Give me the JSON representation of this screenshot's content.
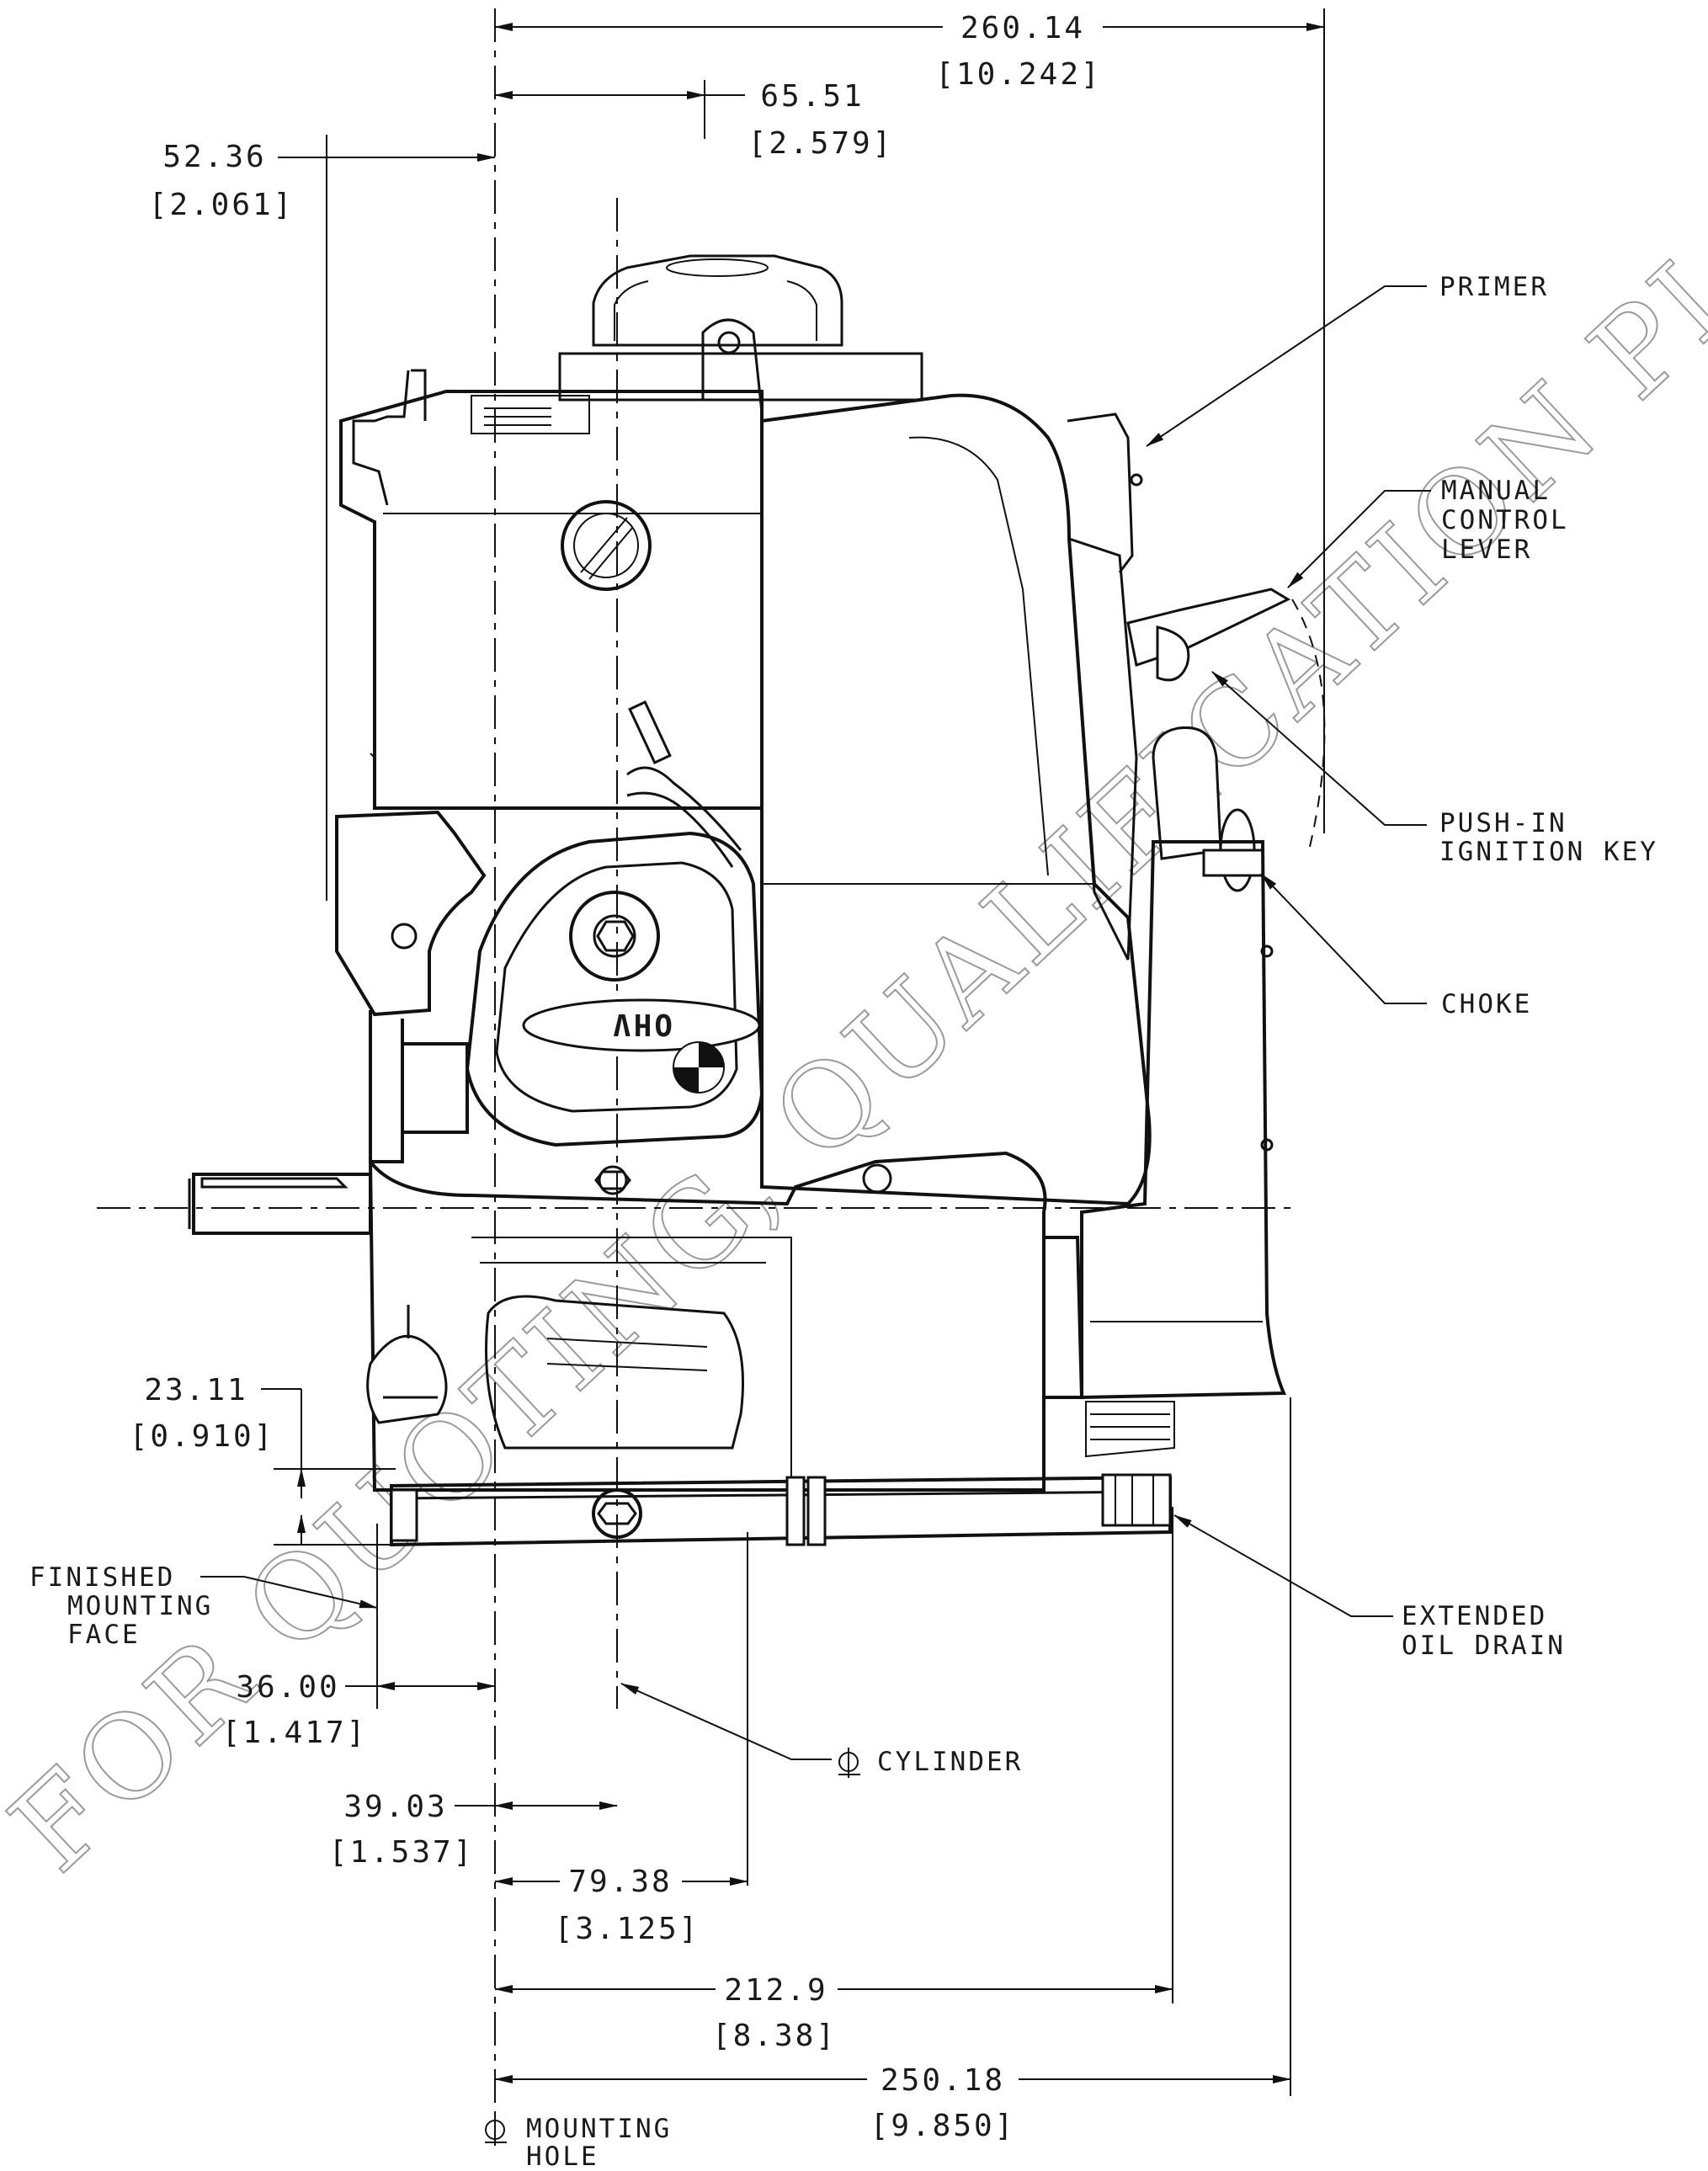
{
  "dimensions": {
    "overall_width": {
      "mm": "260.14",
      "inch": "[10.242]"
    },
    "cylinder_offset_top": {
      "mm": "65.51",
      "inch": "[2.579]"
    },
    "left_offset_top": {
      "mm": "52.36",
      "inch": "[2.061]"
    },
    "face_height": {
      "mm": "23.11",
      "inch": "[0.910]"
    },
    "mounting_face_offset": {
      "mm": "36.00",
      "inch": "[1.417]"
    },
    "cylinder_offset_bottom": {
      "mm": "39.03",
      "inch": "[1.537]"
    },
    "hole_spacing": {
      "mm": "79.38",
      "inch": "[3.125]"
    },
    "oil_drain_reach": {
      "mm": "212.9",
      "inch": "[8.38]"
    },
    "overall_base": {
      "mm": "250.18",
      "inch": "[9.850]"
    }
  },
  "callouts": {
    "primer": "PRIMER",
    "manual_control_lever": [
      "MANUAL",
      "CONTROL",
      "LEVER"
    ],
    "push_in_ignition_key": [
      "PUSH-IN",
      "IGNITION KEY"
    ],
    "choke": "CHOKE",
    "extended_oil_drain": [
      "EXTENDED",
      "OIL DRAIN"
    ],
    "finished_mounting_face": [
      "FINISHED",
      "MOUNTING",
      "FACE"
    ],
    "cylinder_centerline": "CYLINDER",
    "mounting_hole_centerline": [
      "MOUNTING",
      "HOLE"
    ]
  },
  "engine_badge": "OHV",
  "watermark": "FOR QUOTING, QUALIFICATION PLAN & ..."
}
